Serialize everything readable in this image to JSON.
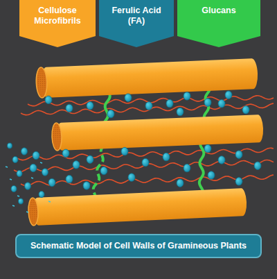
{
  "diagram": {
    "caption": "Schematic Model of Cell Walls of Gramineous Plants",
    "nodes": [
      {
        "text": [
          "Cellulose Microfibrils"
        ]
      },
      {
        "text": [
          "Ferulic Acid (FA)"
        ]
      },
      {
        "text": [
          "Glucans"
        ]
      }
    ]
  }
}
